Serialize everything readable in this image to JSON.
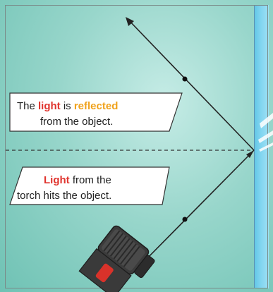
{
  "labels": {
    "reflected": {
      "line1": [
        "The ",
        "light",
        " is ",
        "reflected"
      ],
      "line2": "from the object."
    },
    "incoming": {
      "line1": [
        "Light",
        " from the"
      ],
      "line2": "torch hits the object."
    }
  },
  "colors": {
    "highlight_light": "#e0342e",
    "highlight_reflected": "#f0a21c",
    "mirror": "#7fd4ef",
    "background": "#98d6cb"
  },
  "icons": [
    "torch-icon",
    "arrowhead-icon"
  ]
}
